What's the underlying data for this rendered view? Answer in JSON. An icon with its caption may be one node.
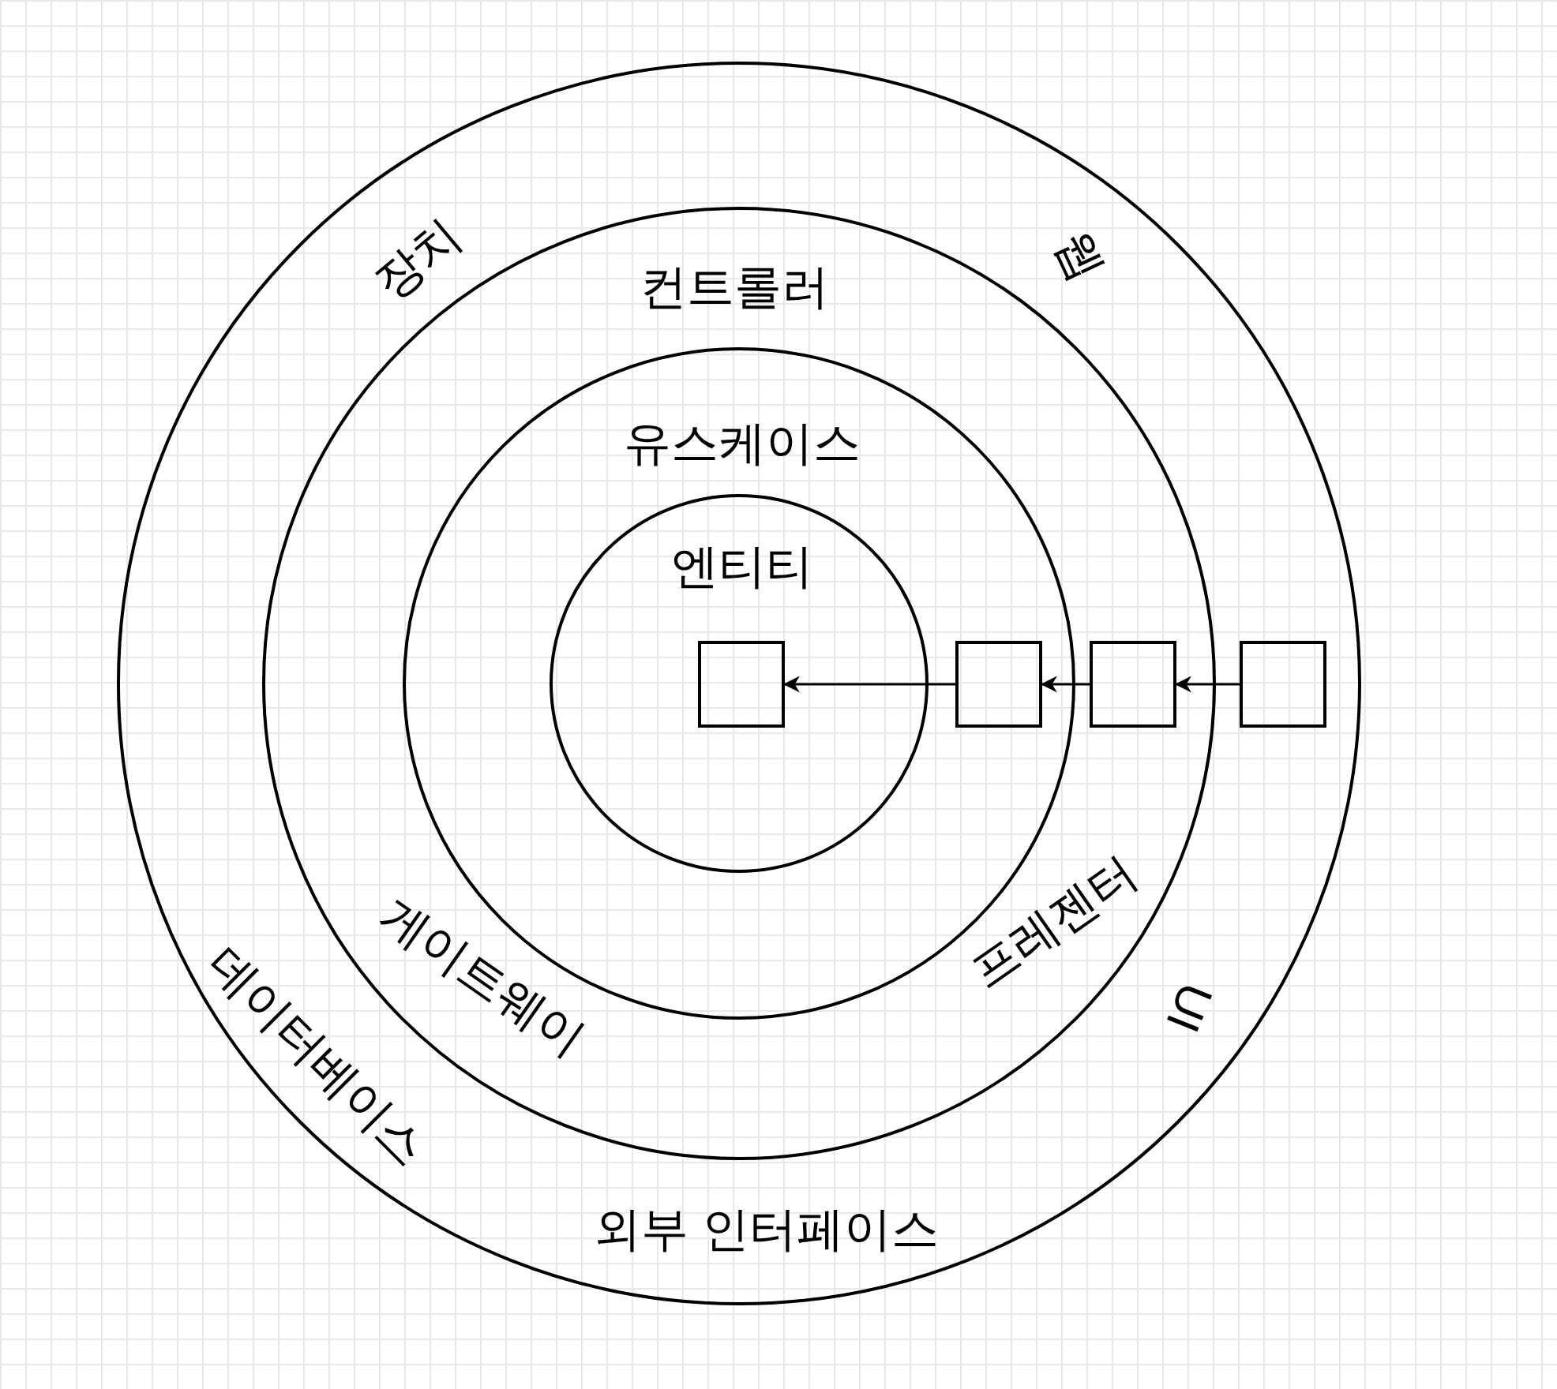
{
  "diagram": {
    "nodes": [
      {
        "text": [
          "장치",
          "웹",
          "데이터베이스",
          "UI",
          "외부 인터페이스"
        ]
      },
      {
        "text": [
          "컨트롤러",
          "게이트웨이",
          "프레젠터"
        ],
        "in": 0
      },
      {
        "text": [
          "유스케이스"
        ],
        "in": 1
      },
      {
        "text": [
          "엔티티"
        ],
        "in": 2
      },
      {
        "text": [],
        "shape": "box",
        "in": 3
      },
      {
        "text": [],
        "shape": "box",
        "in": 2
      },
      {
        "text": [],
        "shape": "box",
        "in": 1
      },
      {
        "text": [],
        "shape": "box",
        "in": 0
      }
    ],
    "edges": [
      {
        "from": 7,
        "to": 6,
        "arrow": "to"
      },
      {
        "from": 6,
        "to": 5,
        "arrow": "to"
      },
      {
        "from": 5,
        "to": 4,
        "arrow": "to"
      }
    ]
  }
}
